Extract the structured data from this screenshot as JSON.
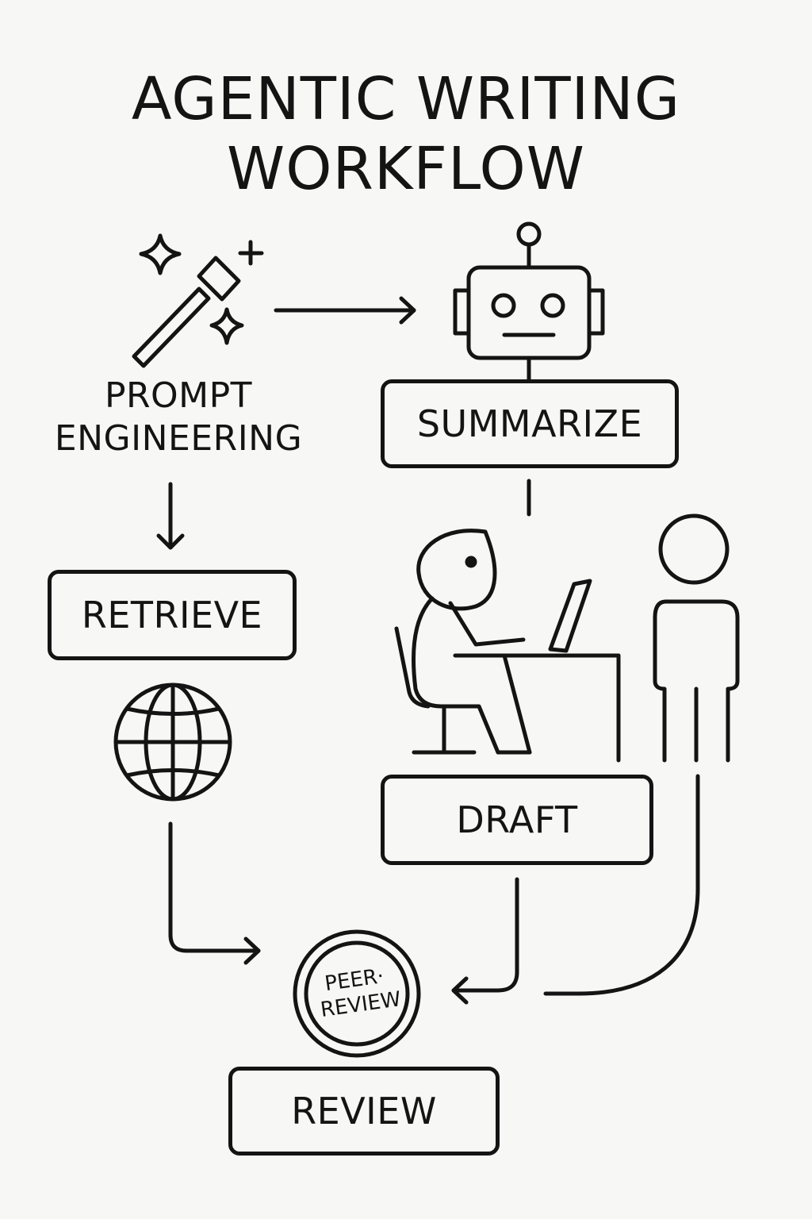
{
  "title": {
    "line1": "AGENTIC WRITING",
    "line2": "WORKFLOW"
  },
  "steps": {
    "prompt_engineering": {
      "line1": "PROMPT",
      "line2": "ENGINEERING",
      "icon": "magic-wand-icon"
    },
    "summarize": {
      "label": "SUMMARIZE",
      "icon": "robot-icon"
    },
    "retrieve": {
      "label": "RETRIEVE",
      "icon": "globe-icon"
    },
    "draft": {
      "label": "DRAFT",
      "icon": "person-at-laptop-icon"
    },
    "review": {
      "label": "REVIEW",
      "icon": "peer-review-stamp-icon"
    }
  },
  "stamp": {
    "line1": "PEER·",
    "line2": "REVIEW"
  },
  "colors": {
    "ink": "#141414",
    "background": "#f7f7f5"
  }
}
